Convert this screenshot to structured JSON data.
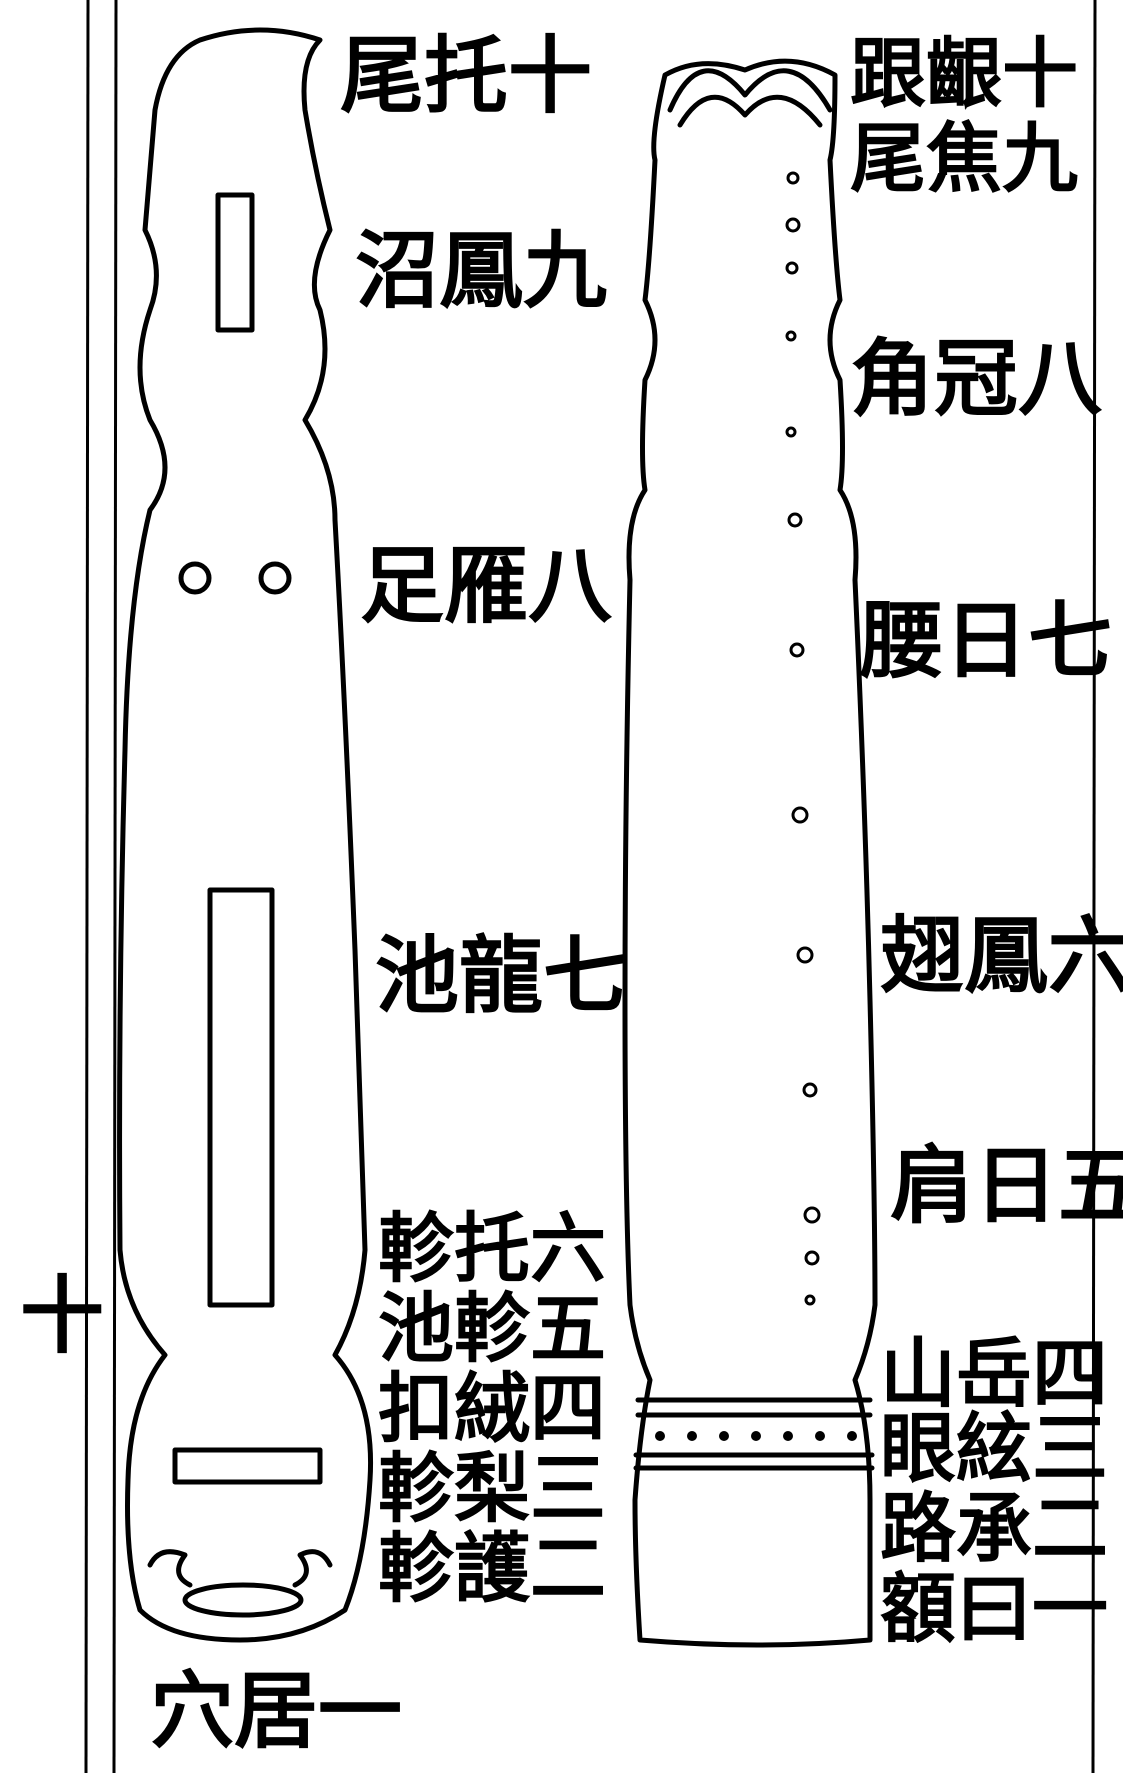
{
  "back_view": {
    "labels": [
      "尾托十",
      "沼鳳九",
      "足雁八",
      "池龍七",
      "軫托六",
      "池軫五",
      "扣絨四",
      "軫梨三",
      "軫護二",
      "穴居一"
    ]
  },
  "front_view": {
    "labels": [
      "跟齦十",
      "尾焦九",
      "角冠八",
      "腰日七",
      "翅鳳六",
      "肩日五",
      "山岳四",
      "眼絃三",
      "路承二",
      "額曰一"
    ]
  },
  "margin_mark": "十"
}
